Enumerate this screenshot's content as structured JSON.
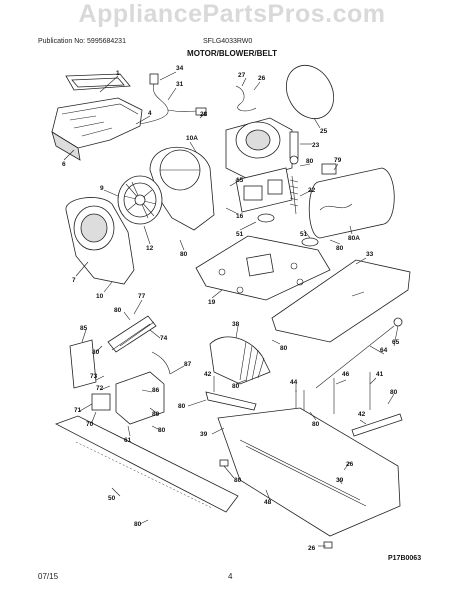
{
  "watermark": "AppliancePartsPros.com",
  "header": {
    "publication": "Publication No: 5995684231",
    "model": "SFLG4033RW0",
    "section_title": "MOTOR/BLOWER/BELT"
  },
  "footer": {
    "date": "07/15",
    "page": "4"
  },
  "diagram_code": "P17B0063",
  "callouts": [
    "1",
    "34",
    "31",
    "4",
    "28",
    "6",
    "27",
    "26",
    "25",
    "23",
    "10A",
    "80",
    "79",
    "15",
    "9",
    "22",
    "16",
    "51",
    "80A",
    "12",
    "80",
    "7",
    "51",
    "80",
    "10",
    "33",
    "19",
    "80",
    "77",
    "74",
    "85",
    "38",
    "80",
    "65",
    "80",
    "64",
    "87",
    "73",
    "72",
    "86",
    "42",
    "80",
    "44",
    "46",
    "41",
    "80",
    "71",
    "80",
    "80",
    "80",
    "42",
    "70",
    "39",
    "61",
    "80",
    "26",
    "80",
    "39",
    "50",
    "48",
    "80",
    "26"
  ]
}
